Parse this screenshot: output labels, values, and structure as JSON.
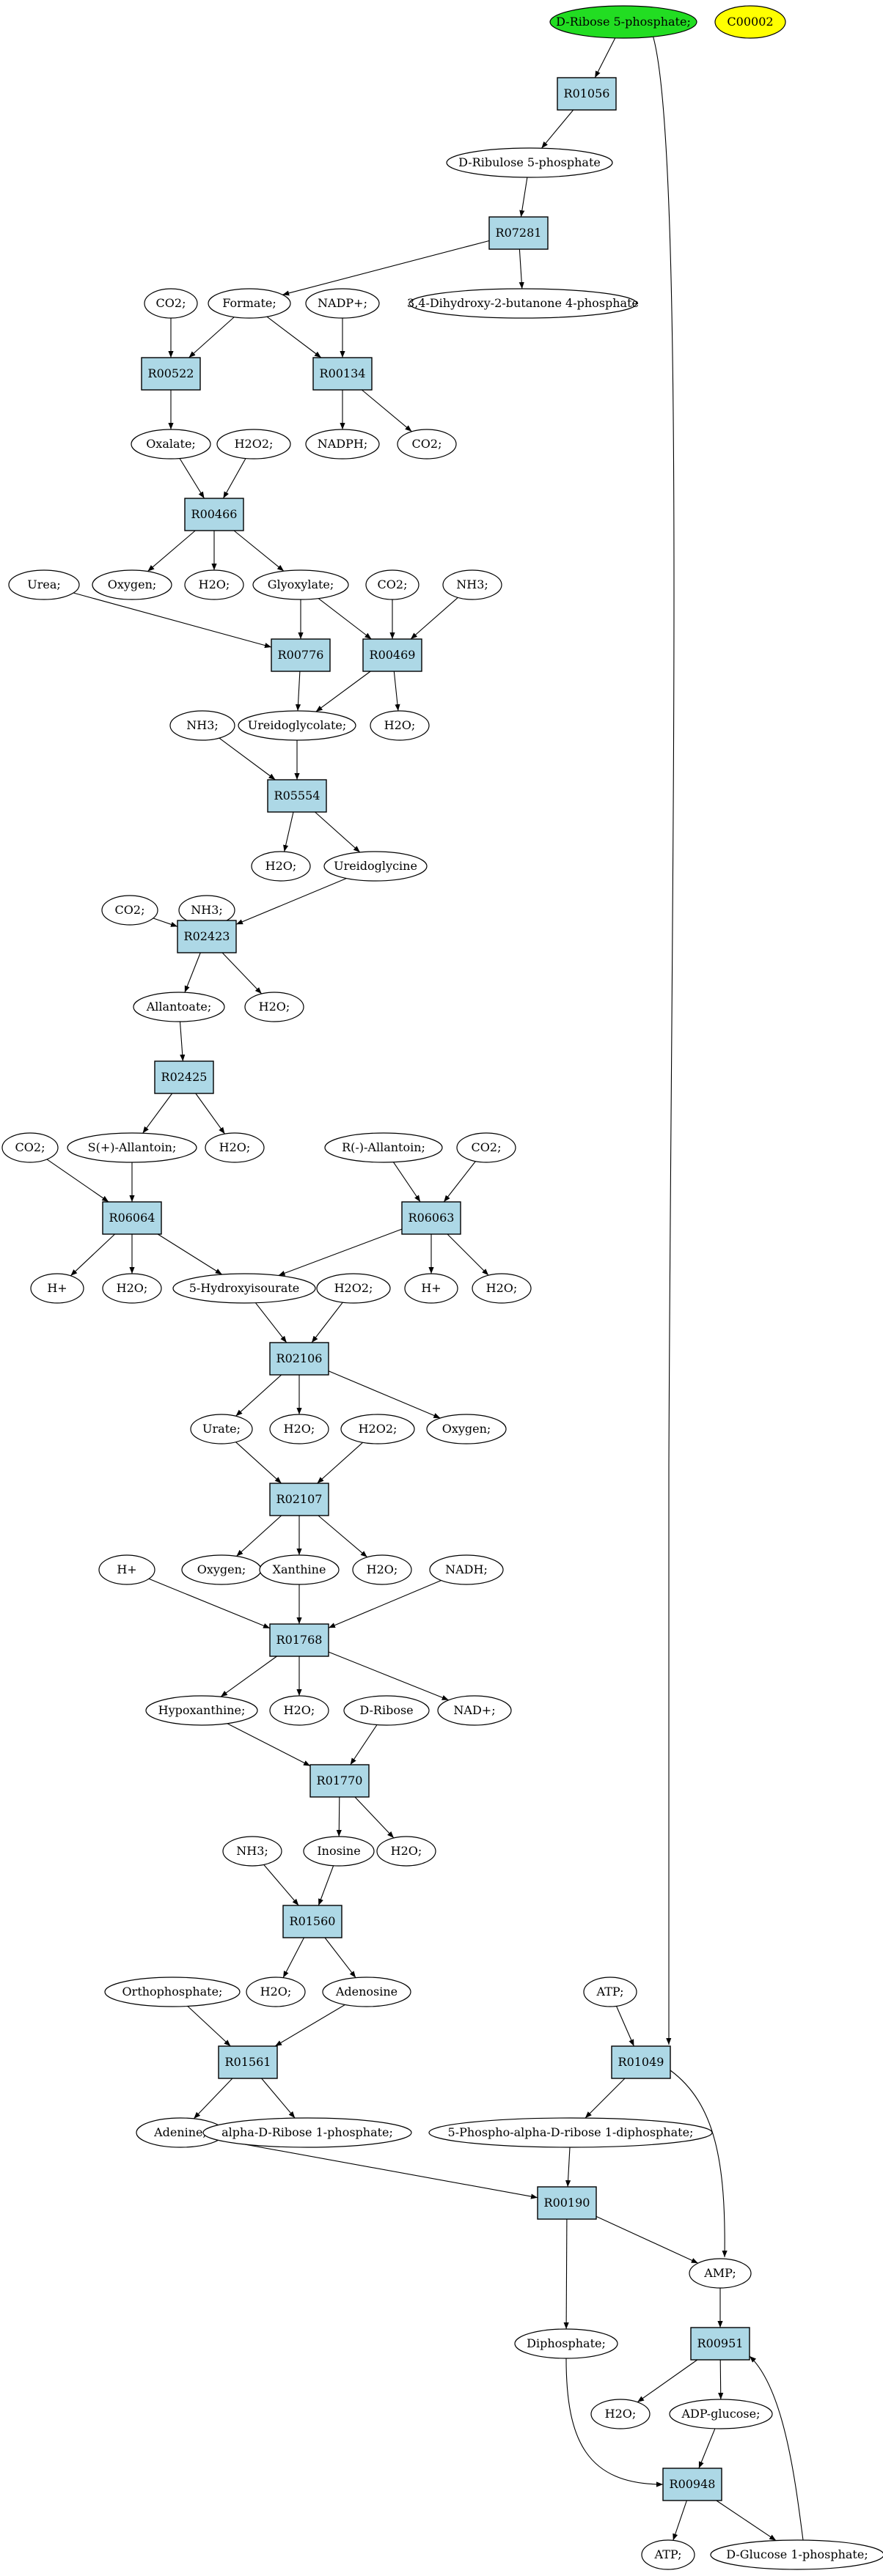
{
  "colors": {
    "reaction_fill": "#add8e6",
    "start_fill": "#22dd22",
    "highlight_fill": "#ffff00",
    "compound_fill": "#ffffff",
    "stroke": "#000000"
  },
  "nodes": [
    {
      "id": "ribose5p",
      "label": "D-Ribose 5-phosphate;",
      "kind": "compound",
      "style": "start"
    },
    {
      "id": "c00002",
      "label": "C00002",
      "kind": "compound",
      "style": "highlight"
    },
    {
      "id": "R01056",
      "label": "R01056",
      "kind": "reaction"
    },
    {
      "id": "ribulose5p",
      "label": "D-Ribulose 5-phosphate",
      "kind": "compound"
    },
    {
      "id": "R07281",
      "label": "R07281",
      "kind": "reaction"
    },
    {
      "id": "co2_a",
      "label": "CO2;",
      "kind": "compound"
    },
    {
      "id": "formate",
      "label": "Formate;",
      "kind": "compound"
    },
    {
      "id": "nadp",
      "label": "NADP+;",
      "kind": "compound"
    },
    {
      "id": "dhbp",
      "label": "3,4-Dihydroxy-2-butanone 4-phosphate",
      "kind": "compound"
    },
    {
      "id": "R00522",
      "label": "R00522",
      "kind": "reaction"
    },
    {
      "id": "R00134",
      "label": "R00134",
      "kind": "reaction"
    },
    {
      "id": "oxalate",
      "label": "Oxalate;",
      "kind": "compound"
    },
    {
      "id": "h2o2_a",
      "label": "H2O2;",
      "kind": "compound"
    },
    {
      "id": "nadph",
      "label": "NADPH;",
      "kind": "compound"
    },
    {
      "id": "co2_b",
      "label": "CO2;",
      "kind": "compound"
    },
    {
      "id": "R00466",
      "label": "R00466",
      "kind": "reaction"
    },
    {
      "id": "urea",
      "label": "Urea;",
      "kind": "compound"
    },
    {
      "id": "oxygen_a",
      "label": "Oxygen;",
      "kind": "compound"
    },
    {
      "id": "h2o_a",
      "label": "H2O;",
      "kind": "compound"
    },
    {
      "id": "glyoxylate",
      "label": "Glyoxylate;",
      "kind": "compound"
    },
    {
      "id": "co2_c",
      "label": "CO2;",
      "kind": "compound"
    },
    {
      "id": "nh3_a",
      "label": "NH3;",
      "kind": "compound"
    },
    {
      "id": "R00776",
      "label": "R00776",
      "kind": "reaction"
    },
    {
      "id": "R00469",
      "label": "R00469",
      "kind": "reaction"
    },
    {
      "id": "nh3_b",
      "label": "NH3;",
      "kind": "compound"
    },
    {
      "id": "ureidoglycolate",
      "label": "Ureidoglycolate;",
      "kind": "compound"
    },
    {
      "id": "h2o_b",
      "label": "H2O;",
      "kind": "compound"
    },
    {
      "id": "R05554",
      "label": "R05554",
      "kind": "reaction"
    },
    {
      "id": "h2o_c",
      "label": "H2O;",
      "kind": "compound"
    },
    {
      "id": "ureidoglycine",
      "label": "Ureidoglycine",
      "kind": "compound"
    },
    {
      "id": "co2_d",
      "label": "CO2;",
      "kind": "compound"
    },
    {
      "id": "nh3_c",
      "label": "NH3;",
      "kind": "compound"
    },
    {
      "id": "R02423",
      "label": "R02423",
      "kind": "reaction"
    },
    {
      "id": "allantoate",
      "label": "Allantoate;",
      "kind": "compound"
    },
    {
      "id": "h2o_d",
      "label": "H2O;",
      "kind": "compound"
    },
    {
      "id": "R02425",
      "label": "R02425",
      "kind": "reaction"
    },
    {
      "id": "co2_e",
      "label": "CO2;",
      "kind": "compound"
    },
    {
      "id": "sallantoin",
      "label": "S(+)-Allantoin;",
      "kind": "compound"
    },
    {
      "id": "h2o_e",
      "label": "H2O;",
      "kind": "compound"
    },
    {
      "id": "rallantoin",
      "label": "R(-)-Allantoin;",
      "kind": "compound"
    },
    {
      "id": "co2_f",
      "label": "CO2;",
      "kind": "compound"
    },
    {
      "id": "R06064",
      "label": "R06064",
      "kind": "reaction"
    },
    {
      "id": "R06063",
      "label": "R06063",
      "kind": "reaction"
    },
    {
      "id": "hplus_a",
      "label": "H+",
      "kind": "compound"
    },
    {
      "id": "h2o_f",
      "label": "H2O;",
      "kind": "compound"
    },
    {
      "id": "hiu",
      "label": "5-Hydroxyisourate",
      "kind": "compound"
    },
    {
      "id": "h2o2_b",
      "label": "H2O2;",
      "kind": "compound"
    },
    {
      "id": "hplus_b",
      "label": "H+",
      "kind": "compound"
    },
    {
      "id": "h2o_g",
      "label": "H2O;",
      "kind": "compound"
    },
    {
      "id": "R02106",
      "label": "R02106",
      "kind": "reaction"
    },
    {
      "id": "urate",
      "label": "Urate;",
      "kind": "compound"
    },
    {
      "id": "h2o_h",
      "label": "H2O;",
      "kind": "compound"
    },
    {
      "id": "h2o2_c",
      "label": "H2O2;",
      "kind": "compound"
    },
    {
      "id": "oxygen_b",
      "label": "Oxygen;",
      "kind": "compound"
    },
    {
      "id": "R02107",
      "label": "R02107",
      "kind": "reaction"
    },
    {
      "id": "hplus_c",
      "label": "H+",
      "kind": "compound"
    },
    {
      "id": "oxygen_c",
      "label": "Oxygen;",
      "kind": "compound"
    },
    {
      "id": "xanthine",
      "label": "Xanthine",
      "kind": "compound"
    },
    {
      "id": "h2o_i",
      "label": "H2O;",
      "kind": "compound"
    },
    {
      "id": "nadh",
      "label": "NADH;",
      "kind": "compound"
    },
    {
      "id": "R01768",
      "label": "R01768",
      "kind": "reaction"
    },
    {
      "id": "hypoxanthine",
      "label": "Hypoxanthine;",
      "kind": "compound"
    },
    {
      "id": "h2o_j",
      "label": "H2O;",
      "kind": "compound"
    },
    {
      "id": "dribose",
      "label": "D-Ribose",
      "kind": "compound"
    },
    {
      "id": "nadplus",
      "label": "NAD+;",
      "kind": "compound"
    },
    {
      "id": "R01770",
      "label": "R01770",
      "kind": "reaction"
    },
    {
      "id": "nh3_d",
      "label": "NH3;",
      "kind": "compound"
    },
    {
      "id": "inosine",
      "label": "Inosine",
      "kind": "compound"
    },
    {
      "id": "h2o_k",
      "label": "H2O;",
      "kind": "compound"
    },
    {
      "id": "R01560",
      "label": "R01560",
      "kind": "reaction"
    },
    {
      "id": "orthophosphate",
      "label": "Orthophosphate;",
      "kind": "compound"
    },
    {
      "id": "h2o_l",
      "label": "H2O;",
      "kind": "compound"
    },
    {
      "id": "adenosine",
      "label": "Adenosine",
      "kind": "compound"
    },
    {
      "id": "atp_a",
      "label": "ATP;",
      "kind": "compound"
    },
    {
      "id": "R01561",
      "label": "R01561",
      "kind": "reaction"
    },
    {
      "id": "R01049",
      "label": "R01049",
      "kind": "reaction"
    },
    {
      "id": "adenine",
      "label": "Adenine;",
      "kind": "compound"
    },
    {
      "id": "ar1p",
      "label": "alpha-D-Ribose 1-phosphate;",
      "kind": "compound"
    },
    {
      "id": "prpp",
      "label": "5-Phospho-alpha-D-ribose 1-diphosphate;",
      "kind": "compound"
    },
    {
      "id": "R00190",
      "label": "R00190",
      "kind": "reaction"
    },
    {
      "id": "amp",
      "label": "AMP;",
      "kind": "compound"
    },
    {
      "id": "diphosphate",
      "label": "Diphosphate;",
      "kind": "compound"
    },
    {
      "id": "R00951",
      "label": "R00951",
      "kind": "reaction"
    },
    {
      "id": "h2o_m",
      "label": "H2O;",
      "kind": "compound"
    },
    {
      "id": "adpglucose",
      "label": "ADP-glucose;",
      "kind": "compound"
    },
    {
      "id": "R00948",
      "label": "R00948",
      "kind": "reaction"
    },
    {
      "id": "atp_b",
      "label": "ATP;",
      "kind": "compound"
    },
    {
      "id": "g1p",
      "label": "D-Glucose 1-phosphate;",
      "kind": "compound"
    }
  ],
  "edges": [
    {
      "from": "ribose5p",
      "to": "R01056"
    },
    {
      "from": "ribose5p",
      "to": "R01049"
    },
    {
      "from": "R01056",
      "to": "ribulose5p"
    },
    {
      "from": "ribulose5p",
      "to": "R07281"
    },
    {
      "from": "R07281",
      "to": "formate"
    },
    {
      "from": "R07281",
      "to": "dhbp"
    },
    {
      "from": "co2_a",
      "to": "R00522"
    },
    {
      "from": "formate",
      "to": "R00522"
    },
    {
      "from": "formate",
      "to": "R00134"
    },
    {
      "from": "nadp",
      "to": "R00134"
    },
    {
      "from": "R00522",
      "to": "oxalate"
    },
    {
      "from": "R00134",
      "to": "nadph"
    },
    {
      "from": "R00134",
      "to": "co2_b"
    },
    {
      "from": "oxalate",
      "to": "R00466"
    },
    {
      "from": "h2o2_a",
      "to": "R00466"
    },
    {
      "from": "R00466",
      "to": "oxygen_a"
    },
    {
      "from": "R00466",
      "to": "h2o_a"
    },
    {
      "from": "R00466",
      "to": "glyoxylate"
    },
    {
      "from": "urea",
      "to": "R00776"
    },
    {
      "from": "glyoxylate",
      "to": "R00776"
    },
    {
      "from": "glyoxylate",
      "to": "R00469"
    },
    {
      "from": "co2_c",
      "to": "R00469"
    },
    {
      "from": "nh3_a",
      "to": "R00469"
    },
    {
      "from": "R00776",
      "to": "ureidoglycolate"
    },
    {
      "from": "R00469",
      "to": "ureidoglycolate"
    },
    {
      "from": "R00469",
      "to": "h2o_b"
    },
    {
      "from": "nh3_b",
      "to": "R05554"
    },
    {
      "from": "ureidoglycolate",
      "to": "R05554"
    },
    {
      "from": "R05554",
      "to": "h2o_c"
    },
    {
      "from": "R05554",
      "to": "ureidoglycine"
    },
    {
      "from": "co2_d",
      "to": "R02423"
    },
    {
      "from": "nh3_c",
      "to": "R02423"
    },
    {
      "from": "ureidoglycine",
      "to": "R02423"
    },
    {
      "from": "R02423",
      "to": "allantoate"
    },
    {
      "from": "R02423",
      "to": "h2o_d"
    },
    {
      "from": "allantoate",
      "to": "R02425"
    },
    {
      "from": "R02425",
      "to": "sallantoin"
    },
    {
      "from": "R02425",
      "to": "h2o_e"
    },
    {
      "from": "co2_e",
      "to": "R06064"
    },
    {
      "from": "sallantoin",
      "to": "R06064"
    },
    {
      "from": "rallantoin",
      "to": "R06063"
    },
    {
      "from": "co2_f",
      "to": "R06063"
    },
    {
      "from": "R06064",
      "to": "hplus_a"
    },
    {
      "from": "R06064",
      "to": "h2o_f"
    },
    {
      "from": "R06064",
      "to": "hiu"
    },
    {
      "from": "R06063",
      "to": "hiu"
    },
    {
      "from": "R06063",
      "to": "hplus_b"
    },
    {
      "from": "R06063",
      "to": "h2o_g"
    },
    {
      "from": "hiu",
      "to": "R02106"
    },
    {
      "from": "h2o2_b",
      "to": "R02106"
    },
    {
      "from": "R02106",
      "to": "urate"
    },
    {
      "from": "R02106",
      "to": "h2o_h"
    },
    {
      "from": "R02106",
      "to": "oxygen_b"
    },
    {
      "from": "urate",
      "to": "R02107"
    },
    {
      "from": "h2o2_c",
      "to": "R02107"
    },
    {
      "from": "R02107",
      "to": "oxygen_c"
    },
    {
      "from": "R02107",
      "to": "xanthine"
    },
    {
      "from": "R02107",
      "to": "h2o_i"
    },
    {
      "from": "hplus_c",
      "to": "R01768"
    },
    {
      "from": "xanthine",
      "to": "R01768"
    },
    {
      "from": "nadh",
      "to": "R01768"
    },
    {
      "from": "R01768",
      "to": "hypoxanthine"
    },
    {
      "from": "R01768",
      "to": "h2o_j"
    },
    {
      "from": "R01768",
      "to": "nadplus"
    },
    {
      "from": "hypoxanthine",
      "to": "R01770"
    },
    {
      "from": "dribose",
      "to": "R01770"
    },
    {
      "from": "R01770",
      "to": "inosine"
    },
    {
      "from": "R01770",
      "to": "h2o_k"
    },
    {
      "from": "nh3_d",
      "to": "R01560"
    },
    {
      "from": "inosine",
      "to": "R01560"
    },
    {
      "from": "R01560",
      "to": "h2o_l"
    },
    {
      "from": "R01560",
      "to": "adenosine"
    },
    {
      "from": "orthophosphate",
      "to": "R01561"
    },
    {
      "from": "adenosine",
      "to": "R01561"
    },
    {
      "from": "atp_a",
      "to": "R01049"
    },
    {
      "from": "R01561",
      "to": "adenine"
    },
    {
      "from": "R01561",
      "to": "ar1p"
    },
    {
      "from": "R01049",
      "to": "prpp"
    },
    {
      "from": "R01049",
      "to": "amp"
    },
    {
      "from": "adenine",
      "to": "R00190"
    },
    {
      "from": "prpp",
      "to": "R00190"
    },
    {
      "from": "R00190",
      "to": "amp"
    },
    {
      "from": "R00190",
      "to": "diphosphate"
    },
    {
      "from": "amp",
      "to": "R00951"
    },
    {
      "from": "R00951",
      "to": "h2o_m"
    },
    {
      "from": "R00951",
      "to": "adpglucose"
    },
    {
      "from": "adpglucose",
      "to": "R00948"
    },
    {
      "from": "diphosphate",
      "to": "R00948"
    },
    {
      "from": "R00948",
      "to": "atp_b"
    },
    {
      "from": "R00948",
      "to": "g1p"
    },
    {
      "from": "g1p",
      "to": "R00951"
    }
  ]
}
